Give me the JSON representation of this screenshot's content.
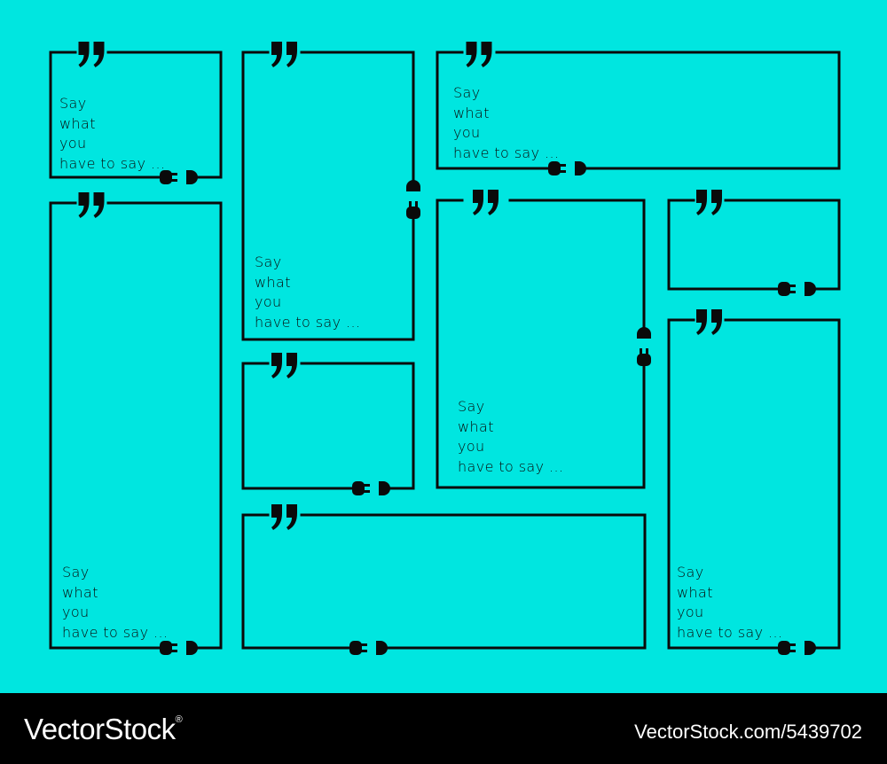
{
  "colors": {
    "background": "#00e6e0",
    "line": "#0a0a0a",
    "footer_background": "#000000",
    "footer_text": "#ffffff"
  },
  "frame_text": [
    "Say",
    "what",
    "you",
    "have to say ..."
  ],
  "footer": {
    "brand": "VectorStock",
    "registered_mark": "®",
    "image_id": "VectorStock.com/5439702"
  }
}
